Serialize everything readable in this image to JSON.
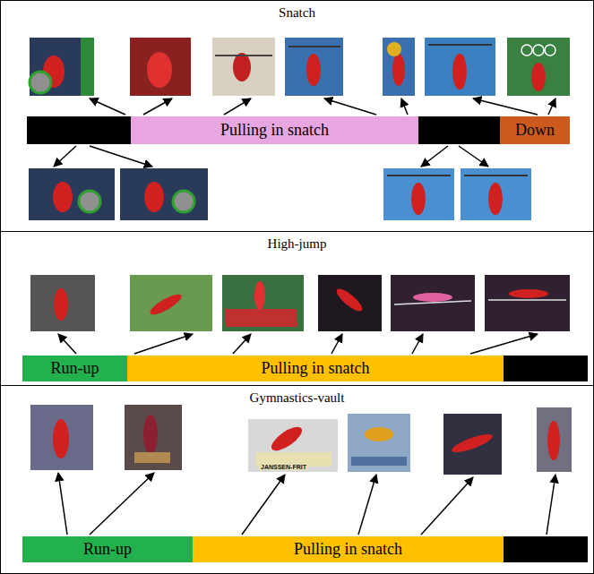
{
  "diagram": {
    "nodes": [
      {
        "text": [
          "Snatch"
        ]
      },
      {
        "text": [
          "Pulling in snatch"
        ],
        "in": 0
      },
      {
        "text": [
          "Down"
        ],
        "in": 0
      },
      {
        "text": [
          "High-jump"
        ]
      },
      {
        "text": [
          "Run-up"
        ],
        "in": 3
      },
      {
        "text": [
          "Pulling in snatch"
        ],
        "in": 3
      },
      {
        "text": [
          "Gymnastics-vault"
        ]
      },
      {
        "text": [
          "Run-up"
        ],
        "in": 6
      },
      {
        "text": [
          "Pulling in snatch"
        ],
        "in": 6
      }
    ],
    "labels": [
      "JANSSEN-FRIT"
    ]
  }
}
